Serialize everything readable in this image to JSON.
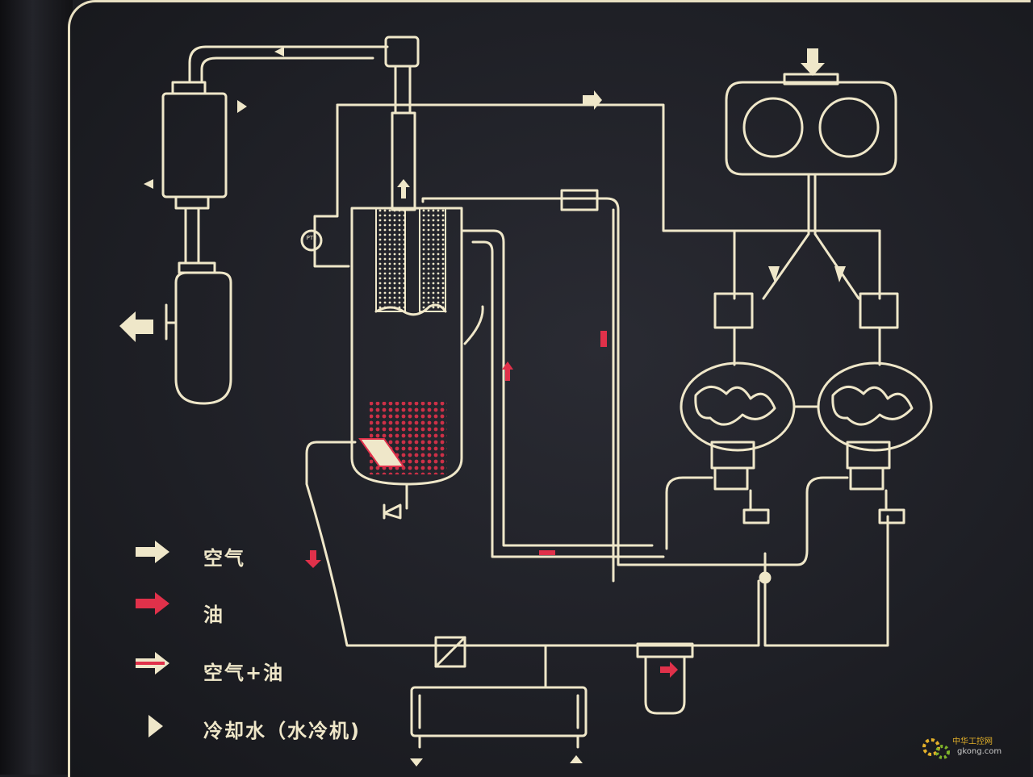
{
  "legend": [
    {
      "symbol": "white-arrow",
      "label": "空气"
    },
    {
      "symbol": "red-arrow",
      "label": "油"
    },
    {
      "symbol": "white-red-arrow",
      "label": "空气+油"
    },
    {
      "symbol": "triangle",
      "label": "冷却水（水冷机)"
    }
  ],
  "pressure_gauge_label": "PTII",
  "watermark": {
    "text": "中华工控网",
    "url": "gkong.com"
  },
  "colors": {
    "panel": "#1e1f25",
    "line": "#efe7c9",
    "oil": "#e0314a",
    "border": "#e8e0c2",
    "watermark": "#e3b02a"
  }
}
